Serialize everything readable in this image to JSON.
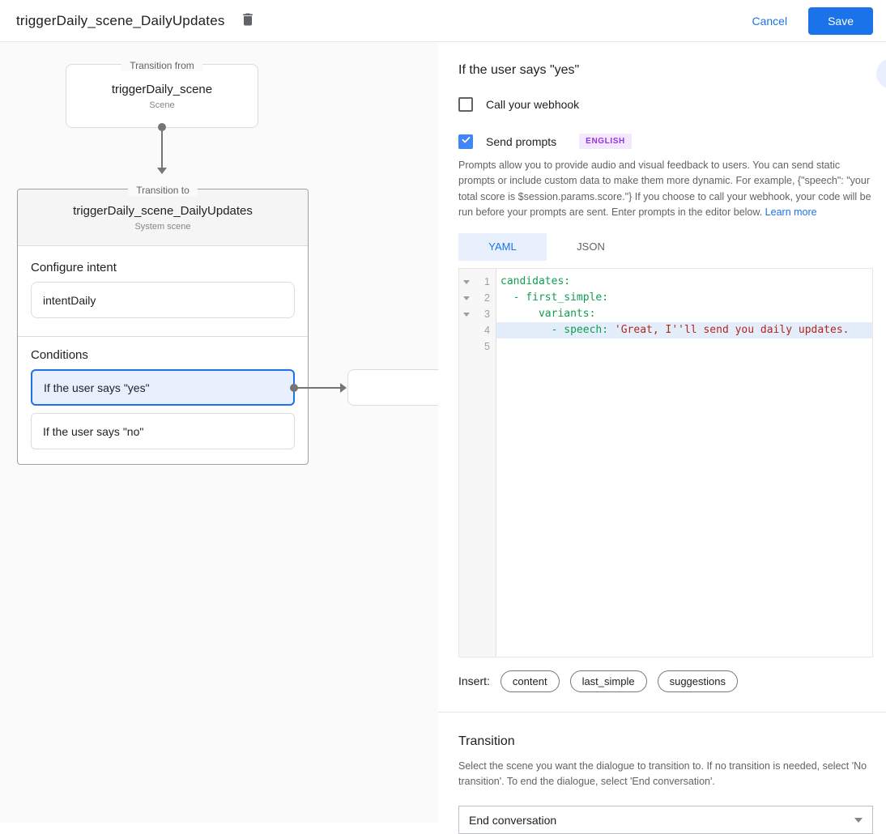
{
  "header": {
    "title": "triggerDaily_scene_DailyUpdates",
    "cancel_label": "Cancel",
    "save_label": "Save"
  },
  "diagram": {
    "from": {
      "legend": "Transition from",
      "title": "triggerDaily_scene",
      "subtitle": "Scene"
    },
    "to": {
      "legend": "Transition to",
      "title": "triggerDaily_scene_DailyUpdates",
      "subtitle": "System scene",
      "intent_label": "Configure intent",
      "intent_value": "intentDaily",
      "conditions_label": "Conditions",
      "conditions": [
        {
          "label": "If the user says \"yes\"",
          "selected": true
        },
        {
          "label": "If the user says \"no\"",
          "selected": false
        }
      ]
    }
  },
  "details": {
    "title": "If the user says \"yes\"",
    "webhook": {
      "label": "Call your webhook",
      "checked": false
    },
    "prompts": {
      "label": "Send prompts",
      "checked": true,
      "badge": "ENGLISH"
    },
    "description": "Prompts allow you to provide audio and visual feedback to users. You can send static prompts or include custom data to make them more dynamic. For example, {\"speech\": \"your total score is $session.params.score.\"} If you choose to call your webhook, your code will be run before your prompts are sent. Enter prompts in the editor below. ",
    "learn_more": "Learn more",
    "tabs": [
      {
        "label": "YAML"
      },
      {
        "label": "JSON"
      }
    ],
    "editor": {
      "lines": [
        {
          "num": "1",
          "segments": [
            {
              "c": "key",
              "t": "candidates:"
            }
          ]
        },
        {
          "num": "2",
          "segments": [
            {
              "c": "key",
              "t": "  - first_simple:"
            }
          ]
        },
        {
          "num": "3",
          "segments": [
            {
              "c": "key",
              "t": "      variants:"
            }
          ]
        },
        {
          "num": "4",
          "segments": [
            {
              "c": "key",
              "t": "        - speech: "
            },
            {
              "c": "string",
              "t": "'Great, I''ll send you daily updates."
            }
          ]
        },
        {
          "num": "5",
          "segments": []
        }
      ]
    },
    "insert": {
      "label": "Insert:",
      "chips": [
        "content",
        "last_simple",
        "suggestions"
      ]
    },
    "transition": {
      "title": "Transition",
      "description": "Select the scene you want the dialogue to transition to. If no transition is needed, select 'No transition'. To end the dialogue, select 'End conversation'.",
      "value": "End conversation"
    }
  }
}
